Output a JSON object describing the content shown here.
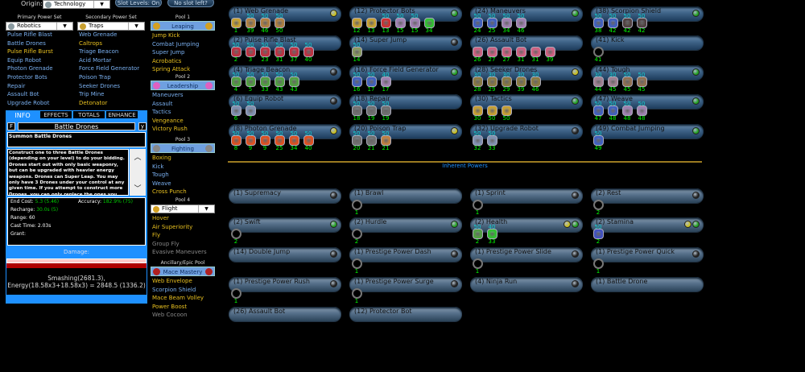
{
  "header": {
    "origin_label": "Origin:",
    "origin_value": "Technology",
    "slot_levels_btn": "Slot Levels: On",
    "no_slot_btn": "No slot left?"
  },
  "primary": {
    "title": "Primary Power Set",
    "value": "Robotics",
    "powers": [
      [
        "Pulse Rifle Blast",
        "b"
      ],
      [
        "Battle Drones",
        "b"
      ],
      [
        "Pulse Rifle Burst",
        "y"
      ],
      [
        "Equip Robot",
        "b"
      ],
      [
        "Photon Grenade",
        "b"
      ],
      [
        "Protector Bots",
        "b"
      ],
      [
        "Repair",
        "b"
      ],
      [
        "Assault Bot",
        "b"
      ],
      [
        "Upgrade Robot",
        "b"
      ]
    ]
  },
  "secondary": {
    "title": "Secondary Power Set",
    "value": "Traps",
    "powers": [
      [
        "Web Grenade",
        "b"
      ],
      [
        "Caltrops",
        "y"
      ],
      [
        "Triage Beacon",
        "b"
      ],
      [
        "Acid Mortar",
        "b"
      ],
      [
        "Force Field Generator",
        "b"
      ],
      [
        "Poison Trap",
        "b"
      ],
      [
        "Seeker Drones",
        "b"
      ],
      [
        "Trip Mine",
        "b"
      ],
      [
        "Detonator",
        "y"
      ]
    ]
  },
  "pools": [
    {
      "label": "Pool 1",
      "name": "Leaping",
      "color": "#d4a020",
      "powers": [
        [
          "Jump Kick",
          "y"
        ],
        [
          "Combat Jumping",
          "b"
        ],
        [
          "Super Jump",
          "b"
        ],
        [
          "Acrobatics",
          "y"
        ],
        [
          "Spring Attack",
          "y"
        ]
      ]
    },
    {
      "label": "Pool 2",
      "name": "Leadership",
      "color": "#e060c0",
      "powers": [
        [
          "Maneuvers",
          "b"
        ],
        [
          "Assault",
          "b"
        ],
        [
          "Tactics",
          "b"
        ],
        [
          "Vengeance",
          "y"
        ],
        [
          "Victory Rush",
          "y"
        ]
      ]
    },
    {
      "label": "Pool 3",
      "name": "Fighting",
      "color": "#888",
      "powers": [
        [
          "Boxing",
          "y"
        ],
        [
          "Kick",
          "b"
        ],
        [
          "Tough",
          "b"
        ],
        [
          "Weave",
          "b"
        ],
        [
          "Cross Punch",
          "y"
        ]
      ]
    },
    {
      "label": "Pool 4",
      "name": "Flight",
      "color": "#d4a020",
      "dropdown": true,
      "powers": [
        [
          "Hover",
          "y"
        ],
        [
          "Air Superiority",
          "y"
        ],
        [
          "Fly",
          "y"
        ],
        [
          "Group Fly",
          "g"
        ],
        [
          "Evasive Maneuvers",
          "g"
        ]
      ]
    },
    {
      "label": "Ancillary/Epic Pool",
      "name": "Mace Mastery",
      "color": "#b02020",
      "powers": [
        [
          "Web Envelope",
          "y"
        ],
        [
          "Scorpion Shield",
          "b"
        ],
        [
          "Mace Beam Volley",
          "y"
        ],
        [
          "Power Boost",
          "y"
        ],
        [
          "Web Cocoon",
          "g"
        ]
      ]
    }
  ],
  "info": {
    "tabs": [
      "INFO",
      "EFFECTS",
      "TOTALS",
      "ENHANCE"
    ],
    "f_btn": "F",
    "y_btn": "y",
    "power_name": "Battle Drones",
    "short_desc": "Summon Battle Drones",
    "long_desc": "Construct one to three Battle Drones (depending on your level) to do your bidding. Drones start out with only basic weaponry, but can be upgraded with heavier energy weapons. Drones can Super Leap. You may only have 3 Drones under your control at any given time.  If you attempt to construct more Drones, you can only replace the ones you have lost in battle.  If you already have three, the power will fail. Recharge: Very Long",
    "stats": {
      "end_label": "End Cost:",
      "end_value": "5.3 (5.46)",
      "acc_label": "Accuracy:",
      "acc_value": "182.9% (75)",
      "rech_label": "Recharge:",
      "rech_value": "30.0s (5)",
      "range_label": "Range:",
      "range_value": "60",
      "cast_label": "Cast Time:",
      "cast_value": "2.03s",
      "grant_label": "Grant:"
    },
    "damage_label": "Damage:",
    "damage_line1": "Smashing(2681.3),",
    "damage_line2": "Energy(18.58x3+18.58x3) = 2848.5 (1336.2)"
  },
  "inherent_title": "Inherent Powers",
  "colors": {
    "accent": "#1e90ff",
    "slot_level": "#00ff00",
    "enh_level": "#11cccc"
  },
  "build": [
    {
      "name": "(1) Web Grenade",
      "dot": "y",
      "slots": [
        [
          "1",
          "",
          "#c8a030"
        ],
        [
          "39",
          "50",
          "#b08040"
        ],
        [
          "46",
          "50",
          "#b08040"
        ],
        [
          "50",
          "50",
          "#b08040"
        ]
      ]
    },
    {
      "name": "(2) Pulse Rifle Blast",
      "dot": "",
      "slots": [
        [
          "2",
          "50",
          "#c03040"
        ],
        [
          "3",
          "50",
          "#c03040"
        ],
        [
          "23",
          "50",
          "#c03040"
        ],
        [
          "31",
          "50",
          "#c03040"
        ],
        [
          "37",
          "50",
          "#c03040"
        ],
        [
          "40",
          "50",
          "#c03040"
        ]
      ]
    },
    {
      "name": "(4) Triage Beacon",
      "dot": "k",
      "slots": [
        [
          "4",
          "50",
          "#50a040"
        ],
        [
          "5",
          "50",
          "#50a040"
        ],
        [
          "33",
          "50",
          "#50a040"
        ],
        [
          "43",
          "50",
          "#50a040"
        ],
        [
          "43",
          "50",
          "#50a040"
        ]
      ]
    },
    {
      "name": "(6) Equip Robot",
      "dot": "k",
      "slots": [
        [
          "6",
          "50",
          "#8090b0"
        ],
        [
          "7",
          "50",
          "#8090b0"
        ]
      ]
    },
    {
      "name": "(8) Photon Grenade",
      "dot": "y",
      "slots": [
        [
          "8",
          "50",
          "#e05020"
        ],
        [
          "9",
          "50",
          "#e05020"
        ],
        [
          "9",
          "50",
          "#e05020"
        ],
        [
          "25",
          "50",
          "#e05020"
        ],
        [
          "34",
          "50",
          "#e05020"
        ],
        [
          "40",
          "50",
          "#e05020"
        ]
      ]
    },
    {
      "name": "(12) Protector Bots",
      "dot": "g",
      "slots": [
        [
          "12",
          "",
          "#c8a030"
        ],
        [
          "13",
          "",
          "#c8a030"
        ],
        [
          "13",
          "50",
          "#d03030"
        ],
        [
          "15",
          "50",
          "#a080b0"
        ],
        [
          "15",
          "50",
          "#a080b0"
        ],
        [
          "34",
          "",
          "#30c030"
        ]
      ]
    },
    {
      "name": "(14) Super Jump",
      "dot": "k",
      "slots": [
        [
          "14",
          "50",
          "#8a9a60"
        ]
      ]
    },
    {
      "name": "(16) Force Field Generator",
      "dot": "g",
      "slots": [
        [
          "16",
          "50",
          "#4060c0"
        ],
        [
          "17",
          "50",
          "#4060c0"
        ],
        [
          "17",
          "40",
          "#a080b0"
        ]
      ]
    },
    {
      "name": "(18) Repair",
      "dot": "",
      "slots": [
        [
          "18",
          "50",
          "#707070"
        ],
        [
          "19",
          "50",
          "#707070"
        ],
        [
          "19",
          "50",
          "#707070"
        ]
      ]
    },
    {
      "name": "(20) Poison Trap",
      "dot": "y",
      "slots": [
        [
          "20",
          "50",
          "#707070"
        ],
        [
          "21",
          "50",
          "#707070"
        ],
        [
          "21",
          "50",
          "#c08040"
        ]
      ]
    },
    {
      "name": "(24) Maneuvers",
      "dot": "g",
      "slots": [
        [
          "24",
          "50",
          "#4060c0"
        ],
        [
          "25",
          "50",
          "#4060c0"
        ],
        [
          "34",
          "50",
          "#a080b0"
        ],
        [
          "46",
          "50",
          "#a080b0"
        ]
      ]
    },
    {
      "name": "(26) Assault Bot",
      "dot": "",
      "slots": [
        [
          "26",
          "",
          "#d06080"
        ],
        [
          "27",
          "",
          "#d06080"
        ],
        [
          "27",
          "",
          "#d06080"
        ],
        [
          "31",
          "",
          "#d06080"
        ],
        [
          "31",
          "",
          "#d06080"
        ],
        [
          "39",
          "",
          "#d06080"
        ]
      ]
    },
    {
      "name": "(28) Seeker Drones",
      "dot": "y",
      "slots": [
        [
          "28",
          "30",
          "#8a7a40"
        ],
        [
          "29",
          "30",
          "#8a7a40"
        ],
        [
          "29",
          "30",
          "#8a7a40"
        ],
        [
          "39",
          "30",
          "#8a7a40"
        ],
        [
          "46",
          "30",
          "#8a7a40"
        ]
      ]
    },
    {
      "name": "(30) Tactics",
      "dot": "g",
      "slots": [
        [
          "30",
          "",
          "#c8a030"
        ],
        [
          "50",
          "",
          "#c8a030"
        ],
        [
          "50",
          "",
          "#c8a030"
        ]
      ]
    },
    {
      "name": "(32) Upgrade Robot",
      "dot": "k",
      "slots": [
        [
          "32",
          "50",
          "#8090b0"
        ],
        [
          "33",
          "50",
          "#8090b0"
        ]
      ]
    },
    {
      "name": "(38) Scorpion Shield",
      "dot": "g",
      "slots": [
        [
          "38",
          "50",
          "#4060c0"
        ],
        [
          "42",
          "50",
          "#4060c0"
        ],
        [
          "42",
          "50",
          "#504040"
        ],
        [
          "42",
          "50",
          "#504040"
        ]
      ]
    },
    {
      "name": "(41) Kick",
      "dot": "",
      "slots": [
        [
          "41",
          "",
          "ring"
        ]
      ]
    },
    {
      "name": "(44) Tough",
      "dot": "g",
      "slots": [
        [
          "44",
          "30",
          "#a08090"
        ],
        [
          "45",
          "30",
          "#a08090"
        ],
        [
          "45",
          "50",
          "#907050"
        ],
        [
          "45",
          "50",
          "#907050"
        ]
      ]
    },
    {
      "name": "(47) Weave",
      "dot": "g",
      "slots": [
        [
          "47",
          "50",
          "#4060c0"
        ],
        [
          "48",
          "50",
          "#4060c0"
        ],
        [
          "48",
          "50",
          "#a080b0"
        ],
        [
          "48",
          "50",
          "#a080b0"
        ]
      ]
    },
    {
      "name": "(49) Combat Jumping",
      "dot": "g",
      "slots": [
        [
          "49",
          "50",
          "#4060c0"
        ]
      ]
    }
  ],
  "inherent": [
    {
      "name": "(1) Supremacy",
      "dot": "k",
      "slots": []
    },
    {
      "name": "(1) Brawl",
      "dot": "",
      "slots": [
        [
          "1",
          "",
          "ring"
        ]
      ]
    },
    {
      "name": "(1) Sprint",
      "dot": "k",
      "slots": [
        [
          "1",
          "",
          "ring"
        ]
      ]
    },
    {
      "name": "(2) Rest",
      "dot": "k",
      "slots": [
        [
          "2",
          "",
          "ring"
        ]
      ]
    },
    {
      "name": "(2) Swift",
      "dot": "g",
      "slots": [
        [
          "2",
          "",
          "ring"
        ]
      ]
    },
    {
      "name": "(2) Hurdle",
      "dot": "g",
      "slots": [
        [
          "2",
          "",
          "ring"
        ]
      ]
    },
    {
      "name": "(2) Health",
      "dot": "yg",
      "slots": [
        [
          "2",
          "50",
          "#50a040"
        ],
        [
          "33",
          "40",
          "#30c030"
        ]
      ]
    },
    {
      "name": "(2) Stamina",
      "dot": "yg",
      "slots": [
        [
          "2",
          "50",
          "#4050c0"
        ]
      ]
    },
    {
      "name": "(14) Double Jump",
      "dot": "k",
      "slots": []
    },
    {
      "name": "(1) Prestige Power Dash",
      "dot": "k",
      "slots": [
        [
          "1",
          "",
          "ring"
        ]
      ]
    },
    {
      "name": "(1) Prestige Power Slide",
      "dot": "k",
      "slots": [
        [
          "1",
          "",
          "ring"
        ]
      ]
    },
    {
      "name": "(1) Prestige Power Quick",
      "dot": "k",
      "slots": [
        [
          "1",
          "",
          "ring"
        ]
      ]
    },
    {
      "name": "(1) Prestige Power Rush",
      "dot": "k",
      "slots": [
        [
          "1",
          "",
          "ring"
        ]
      ]
    },
    {
      "name": "(1) Prestige Power Surge",
      "dot": "k",
      "slots": [
        [
          "1",
          "",
          "ring"
        ]
      ]
    },
    {
      "name": "(4) Ninja Run",
      "dot": "k",
      "slots": []
    },
    {
      "name": "(1) Battle Drone",
      "dot": "",
      "slots": []
    },
    {
      "name": "(26) Assault Bot",
      "dot": "",
      "slots": []
    },
    {
      "name": "(12) Protector Bot",
      "dot": "",
      "slots": []
    }
  ]
}
